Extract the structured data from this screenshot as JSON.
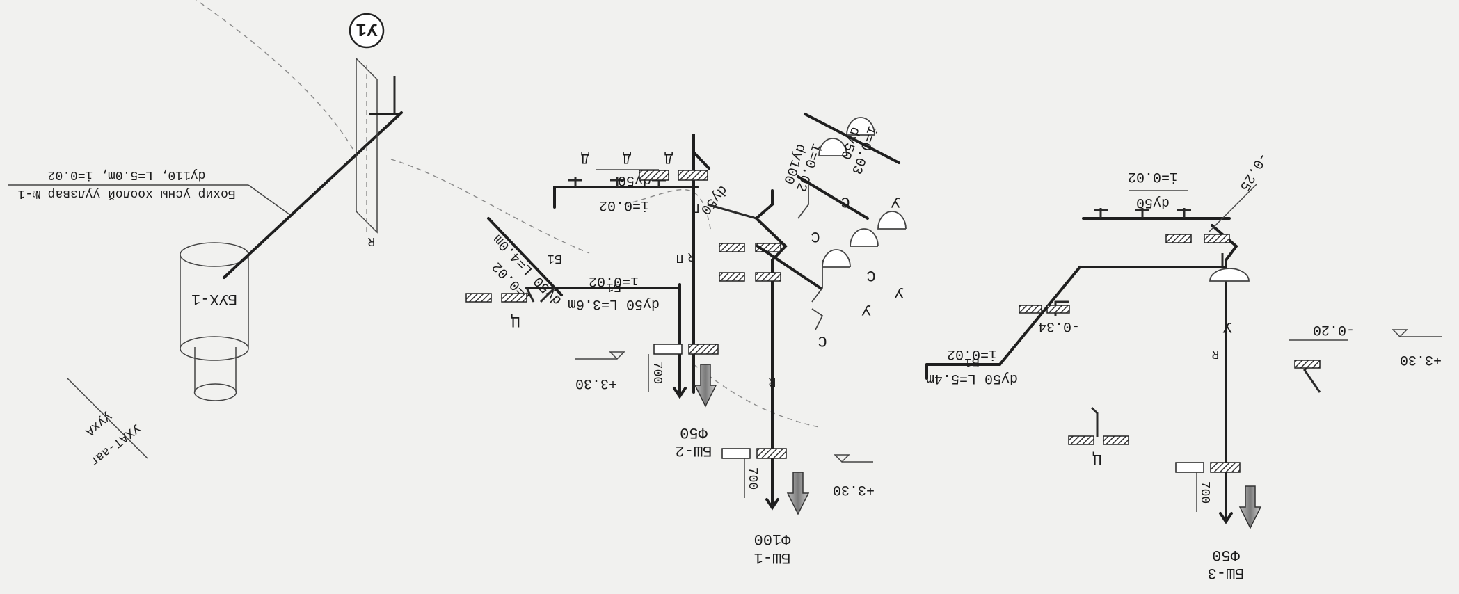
{
  "labels": {
    "riser": "У1",
    "header_text": "Бохир усны хоолой уулзвар №-1",
    "header_pipe": "dy110, L=5.0m, i=0.02",
    "well": "БУХ-1",
    "street": "УХАТ-ааг",
    "street_sub": "уухА",
    "br1_dy": "dy50",
    "br1_slope": "i=0.02",
    "br1_vert": "dy50",
    "br2_pipe": "dy50 L=4.0m",
    "br2_slope": "i=0.02",
    "br2_tag": "Б1",
    "main1_pipe": "dy50 L=3.6m",
    "main1_tag": "Б1",
    "main1_slope": "i=0.02",
    "top_pipe": "dy100",
    "top_slope": "i=0.02",
    "top_pipe2": "dy50",
    "top_slope2": "i=0.03",
    "right_dy": "dy50",
    "right_slope": "i=0.02",
    "right_pipe": "dy50 L=5.4m",
    "right_tag": "Б1",
    "right_slope2": "i=0.02",
    "elev_1": "+3.30",
    "elev_2": "+3.30",
    "elev_3": "+3.30",
    "elev_025": "-0.25",
    "elev_020": "-0.20",
    "elev_034": "-0.34",
    "dim_700_a": "700",
    "dim_700_b": "700",
    "dim_700_c": "700",
    "bsh1": "БШ-1",
    "bsh1_d": "Ф100",
    "bsh2": "БШ-2",
    "bsh2_d": "Ф50",
    "bsh3": "БШ-3",
    "bsh3_d": "Ф50",
    "mark_r": "R",
    "mark_d": "Д",
    "mark_c": "С",
    "mark_u": "У",
    "mark_p": "П",
    "mark_ts": "Ц"
  },
  "colors": {
    "paper": "#f1f1ef",
    "ink": "#1f1f1f",
    "arrow_gray": "#8c8c8c"
  }
}
